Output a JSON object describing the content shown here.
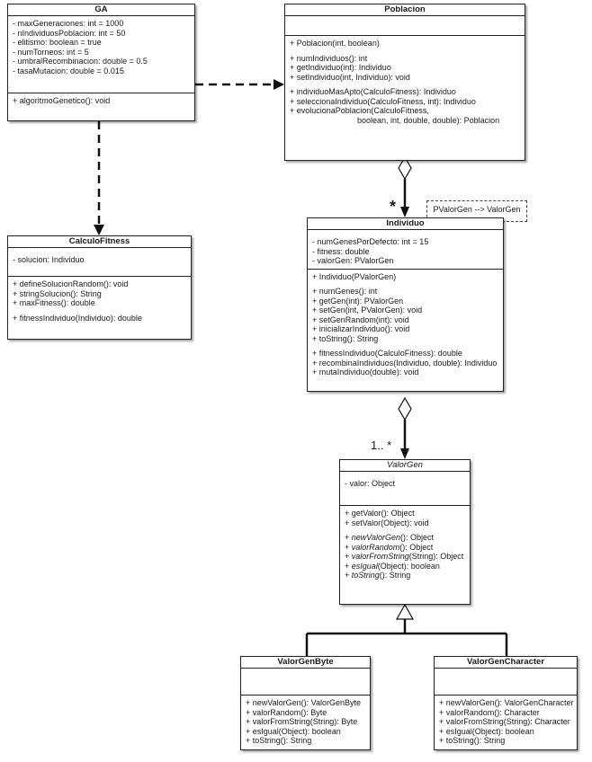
{
  "classes": {
    "ga": {
      "name": "GA",
      "attributes": [
        "- maxGeneraciones: int = 1000",
        "- nIndividuosPoblacion: int = 50",
        "- elitismo: boolean = true",
        "- numTorneos: int = 5",
        "- umbralRecombinacion: double = 0.5",
        "- tasaMutacion: double = 0.015"
      ],
      "methods": [
        "+ algoritmoGenetico(): void"
      ]
    },
    "poblacion": {
      "name": "Poblacion",
      "constructors": [
        "+ Poblacion(int, boolean)"
      ],
      "methods_a": [
        "+ numIndividuos(): int",
        "+ getIndividuo(int): Individuo",
        "+ setIndividuo(int, Individuo): void"
      ],
      "methods_b": [
        "+ individuoMasApto(CalculoFitness): Individuo",
        "+ seleccionaIndividuo(CalculoFitness, int): Individuo",
        "+ evolucionaPoblacion(CalculoFitness,",
        "                              boolean, int, double, double): Poblacion"
      ]
    },
    "calculo": {
      "name": "CalculoFitness",
      "attributes": [
        "- solucion: Individuo"
      ],
      "methods_a": [
        "+ defineSolucionRandom(): void",
        "+ stringSolucion(): String",
        "+ maxFitness(): double"
      ],
      "methods_b": [
        "+ fitnessIndividuo(Individuo): double"
      ]
    },
    "individuo": {
      "name": "Individuo",
      "attributes": [
        "- numGenesPorDefecto: int = 15",
        "- fitness: double",
        "- valorGen: PValorGen"
      ],
      "constructors": [
        "+ Individuo(PValorGen)"
      ],
      "methods_a": [
        "+ numGenes(): int",
        "+ getGen(int): PValorGen",
        "+ setGen(int, PValorGen): void",
        "+ setGenRandom(int): void",
        "+ inicializarIndividuo(): void",
        "+ toString(): String"
      ],
      "methods_b": [
        "+ fitnessIndividuo(CalculoFitness): double",
        "+ recombinaIndividuos(Individuo, double): Individuo",
        "+ mutaIndividuo(double): void"
      ]
    },
    "valorgen": {
      "name": "ValorGen",
      "attributes": [
        "- valor: Object"
      ],
      "methods_a": [
        "+ getValor(): Object",
        "+ setValor(Object): void"
      ],
      "methods_abstract": [
        {
          "prefix": "+ ",
          "name": "newValorGen",
          "rest": "(): Object"
        },
        {
          "prefix": "+ ",
          "name": "valorRandom",
          "rest": "(): Object"
        },
        {
          "prefix": "+ ",
          "name": "valorFromString",
          "rest": "(String): Object"
        },
        {
          "prefix": "+ ",
          "name": "esIgual",
          "rest": "(Object): boolean"
        },
        {
          "prefix": "+ ",
          "name": "toString",
          "rest": "(): String"
        }
      ]
    },
    "valorgenbyte": {
      "name": "ValorGenByte",
      "methods": [
        "+ newValorGen(): ValorGenByte",
        "+ valorRandom(): Byte",
        "+ valorFromString(String): Byte",
        "+ esIgual(Object): boolean",
        "+ toString(): String"
      ]
    },
    "valorgenchar": {
      "name": "ValorGenCharacter",
      "methods": [
        "+ newValorGen(): ValorGenCharacter",
        "+ valorRandom(): Character",
        "+ valorFromString(String): Character",
        "+ esIgual(Object): boolean",
        "+ toString(): String"
      ]
    }
  },
  "template_note": "PValorGen --> ValorGen",
  "multiplicities": {
    "poblacion_individuo": "*",
    "individuo_valorgen": "1.. *"
  }
}
